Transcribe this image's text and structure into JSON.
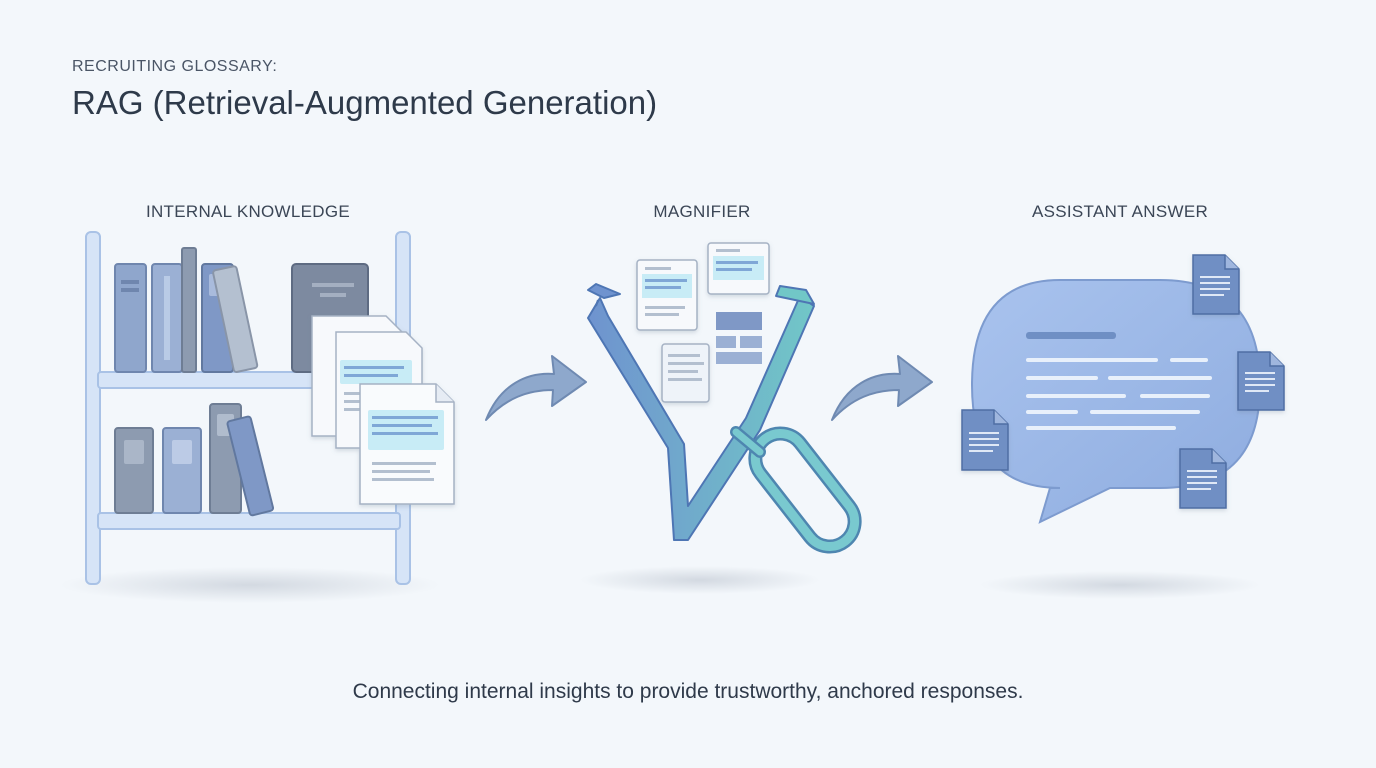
{
  "header": {
    "eyebrow": "RECRUITING GLOSSARY:",
    "title": "RAG (Retrieval-Augmented Generation)"
  },
  "stages": [
    {
      "label": "INTERNAL KNOWLEDGE",
      "icon": "bookshelf-icon"
    },
    {
      "label": "MAGNIFIER",
      "icon": "funnel-magnifier-icon"
    },
    {
      "label": "ASSISTANT ANSWER",
      "icon": "speech-bubble-icon"
    }
  ],
  "caption": "Connecting internal insights to provide trustworthy, anchored responses.",
  "colors": {
    "background": "#f3f7fb",
    "shelf": "#c9dbf3",
    "book_blue": "#8fa6cc",
    "book_gray": "#8d9bb0",
    "highlight": "#c8ecf6",
    "bubble": "#9db8e6",
    "funnel_left": "#6f93cf",
    "funnel_right": "#6fc3c9",
    "arrow": "#8ea8cc"
  }
}
